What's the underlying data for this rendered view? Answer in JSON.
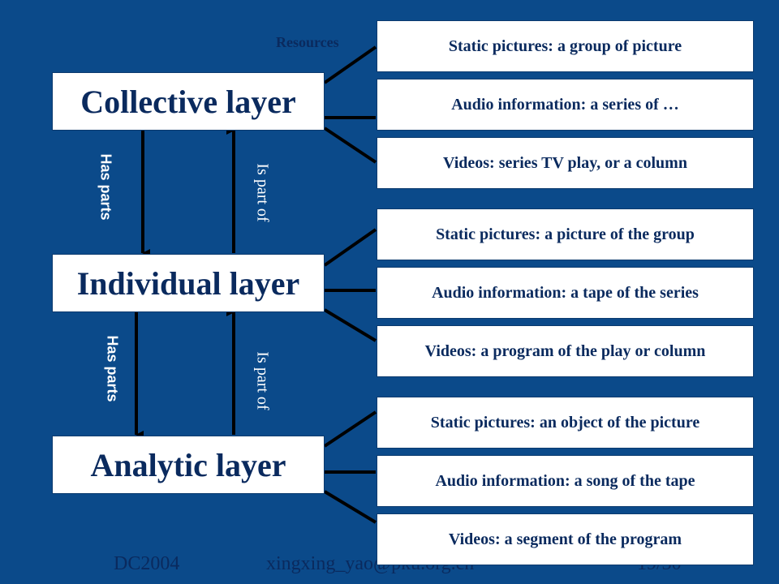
{
  "resources_label": "Resources",
  "layers": {
    "collective": "Collective layer",
    "individual": "Individual layer",
    "analytic": "Analytic layer"
  },
  "relations": {
    "has_parts": "Has parts",
    "is_part_of": "Is part of"
  },
  "collective_resources": [
    "Static pictures: a group of picture",
    "Audio information: a series of …",
    "Videos:  series TV play, or a column"
  ],
  "individual_resources": [
    "Static pictures: a picture of the group",
    "Audio information: a tape of the series",
    "Videos: a program of the play or column"
  ],
  "analytic_resources": [
    "Static pictures: an object of the picture",
    "Audio information: a song of the tape",
    "Videos: a segment of the program"
  ],
  "footer": {
    "conference": "DC2004",
    "email": "xingxing_yao@pku.org.cn",
    "page": "19/30"
  },
  "colors": {
    "background": "#0b4a8a",
    "text": "#0a2a5e",
    "lines": "#000000"
  }
}
